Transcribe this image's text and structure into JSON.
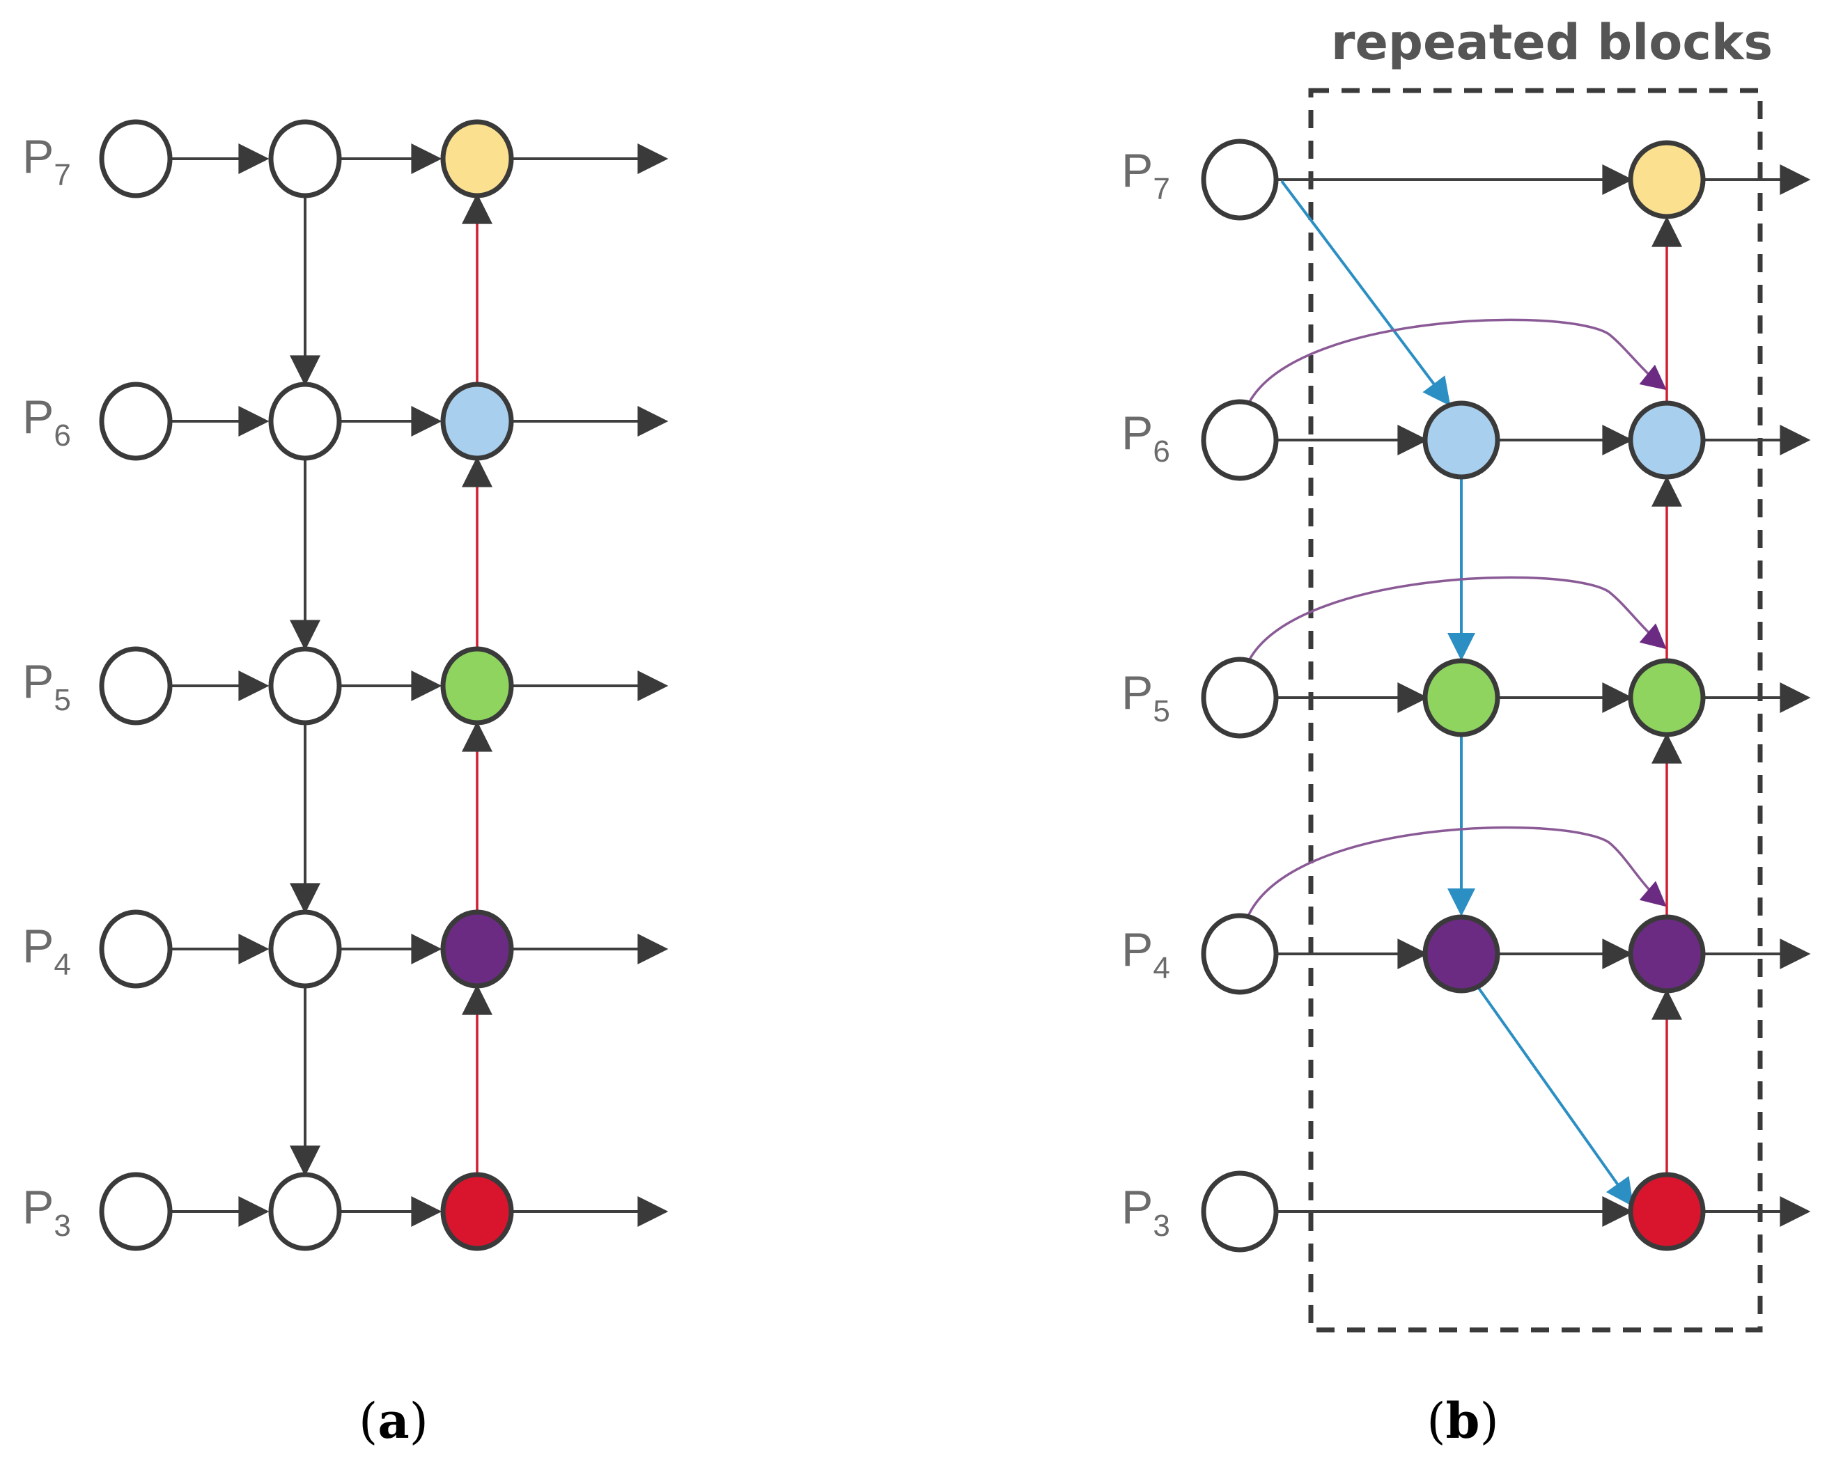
{
  "panel_a": {
    "caption_open": "(",
    "caption_letter": "a",
    "caption_close": ")",
    "levels": [
      {
        "prefix": "P",
        "sub": "7"
      },
      {
        "prefix": "P",
        "sub": "6"
      },
      {
        "prefix": "P",
        "sub": "5"
      },
      {
        "prefix": "P",
        "sub": "4"
      },
      {
        "prefix": "P",
        "sub": "3"
      }
    ]
  },
  "panel_b": {
    "caption_open": "(",
    "caption_letter": "b",
    "caption_close": ")",
    "block_label": "repeated blocks",
    "levels": [
      {
        "prefix": "P",
        "sub": "7"
      },
      {
        "prefix": "P",
        "sub": "6"
      },
      {
        "prefix": "P",
        "sub": "5"
      },
      {
        "prefix": "P",
        "sub": "4"
      },
      {
        "prefix": "P",
        "sub": "3"
      }
    ]
  },
  "colors": {
    "node_empty": "#ffffff",
    "p7": "#fbe08f",
    "p6": "#a8d0ee",
    "p5": "#8ed45f",
    "p4": "#6b2b83",
    "p3": "#d9152e",
    "edge_gray": "#3f3f3f",
    "edge_red": "#d21e32",
    "edge_blue": "#2b8fc4",
    "edge_purple": "#8a5a96"
  }
}
